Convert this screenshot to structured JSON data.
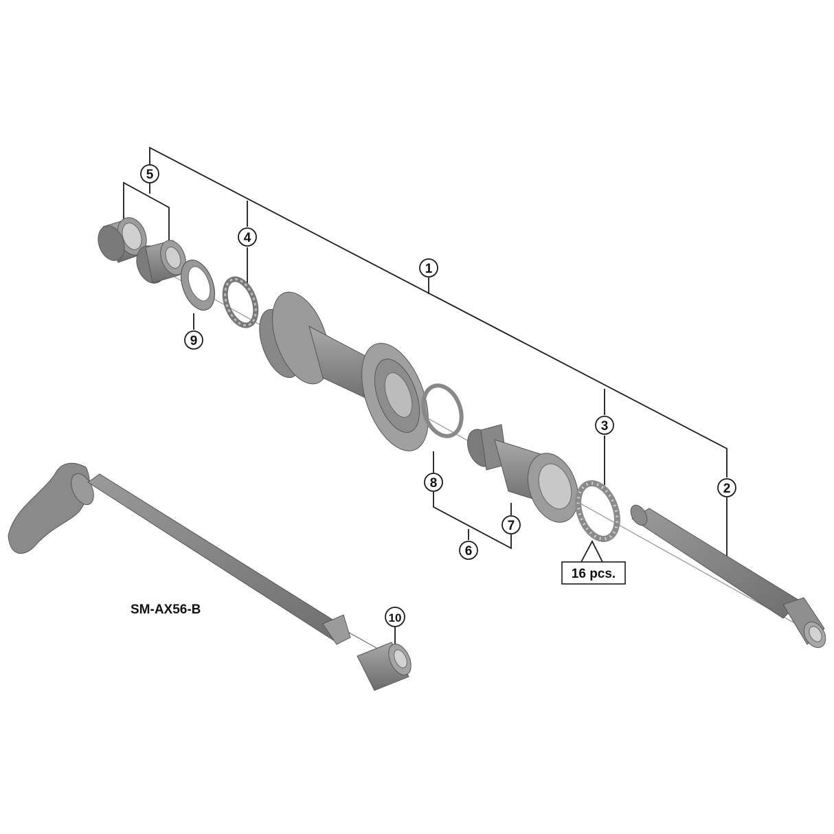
{
  "diagram": {
    "type": "exploded-parts-diagram",
    "model_label": "SM-AX56-B",
    "quantity_note": "16 pcs.",
    "colors": {
      "background": "#ffffff",
      "line": "#1a1a1a",
      "part_fill": "#8e8e8e",
      "part_dark": "#6f6f6f",
      "part_light": "#b8b8b8"
    },
    "callouts": [
      {
        "id": "1",
        "label": "1"
      },
      {
        "id": "2",
        "label": "2"
      },
      {
        "id": "3",
        "label": "3"
      },
      {
        "id": "4",
        "label": "4"
      },
      {
        "id": "5",
        "label": "5"
      },
      {
        "id": "6",
        "label": "6"
      },
      {
        "id": "7",
        "label": "7"
      },
      {
        "id": "8",
        "label": "8"
      },
      {
        "id": "9",
        "label": "9"
      },
      {
        "id": "10",
        "label": "10"
      }
    ],
    "parts": [
      {
        "callout": "5",
        "name": "cone / spacer set (left)"
      },
      {
        "callout": "9",
        "name": "dust cap washer"
      },
      {
        "callout": "4",
        "name": "bearing retainer (left)"
      },
      {
        "callout": "1",
        "name": "hub body assembly"
      },
      {
        "callout": "8",
        "name": "spacer ring"
      },
      {
        "callout": "7",
        "name": "freehub body"
      },
      {
        "callout": "6",
        "name": "freehub body unit"
      },
      {
        "callout": "3",
        "name": "steel balls"
      },
      {
        "callout": "2",
        "name": "hub axle"
      },
      {
        "callout": "10",
        "name": "thru-axle nut"
      }
    ]
  }
}
